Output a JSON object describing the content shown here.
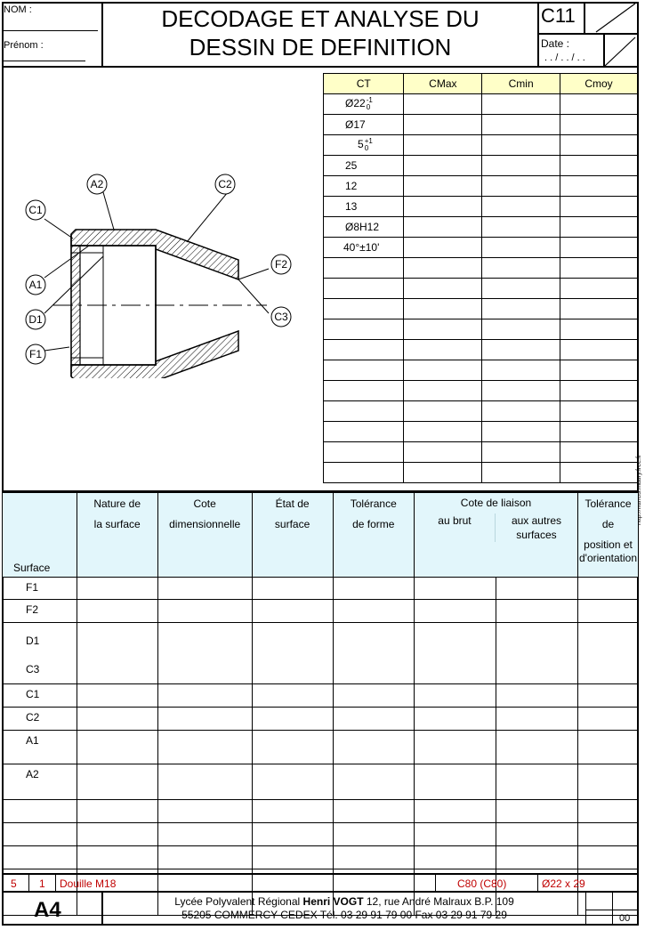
{
  "header": {
    "nom_label": "NOM :",
    "prenom_label": "Prénom :",
    "title_line1": "DECODAGE ET ANALYSE DU",
    "title_line2": "DESSIN DE DEFINITION",
    "code": "C11",
    "date_label": "Date :",
    "date_value": ". . / . . / . ."
  },
  "drawing_labels": {
    "a2": "A2",
    "c2": "C2",
    "c1": "C1",
    "f2": "F2",
    "a1": "A1",
    "d1": "D1",
    "c3": "C3",
    "f1": "F1"
  },
  "ct_table": {
    "headers": [
      "CT",
      "CMax",
      "Cmin",
      "Cmoy"
    ],
    "rows": [
      "Ø22",
      "Ø17",
      "5",
      "25",
      "12",
      "13",
      "Ø8H12",
      "40°±10'"
    ],
    "tol_22_upper": "-1",
    "tol_22_lower": "0",
    "tol_5_upper": "+1",
    "tol_5_lower": "0"
  },
  "side_url": "http://francis.maury.free.fr",
  "analysis": {
    "h_surface": "Surface",
    "h_nature_1": "Nature de",
    "h_nature_2": "la surface",
    "h_cote_1": "Cote",
    "h_cote_2": "dimensionnelle",
    "h_etat_1": "État de",
    "h_etat_2": "surface",
    "h_tol_1": "Tolérance",
    "h_tol_2": "de forme",
    "h_liaison_1": "Cote de  liaison",
    "h_brut": "au brut",
    "h_autres_1": "aux autres",
    "h_autres_2": "surfaces",
    "h_pos_1": "Tolérance de",
    "h_pos_2": "position et",
    "h_pos_3": "d'orientation",
    "rows": [
      "F1",
      "F2",
      "D1",
      "C3",
      "C1",
      "C2",
      "A1",
      "A2"
    ]
  },
  "footer": {
    "qty": "5",
    "item": "1",
    "name": "Douille M18",
    "material": "C80 (C80)",
    "raw": "Ø22 x 29",
    "format": "A4",
    "school_line1_a": "Lycée Polyvalent Régional ",
    "school_line1_b": "Henri VOGT",
    "school_line1_c": "  12, rue André Malraux  B.P. 109",
    "school_line2": "55205 COMMERCY  CEDEX Tél. 03 29 91 79 00 Fax 03 29 91 79 29",
    "index": "00"
  }
}
